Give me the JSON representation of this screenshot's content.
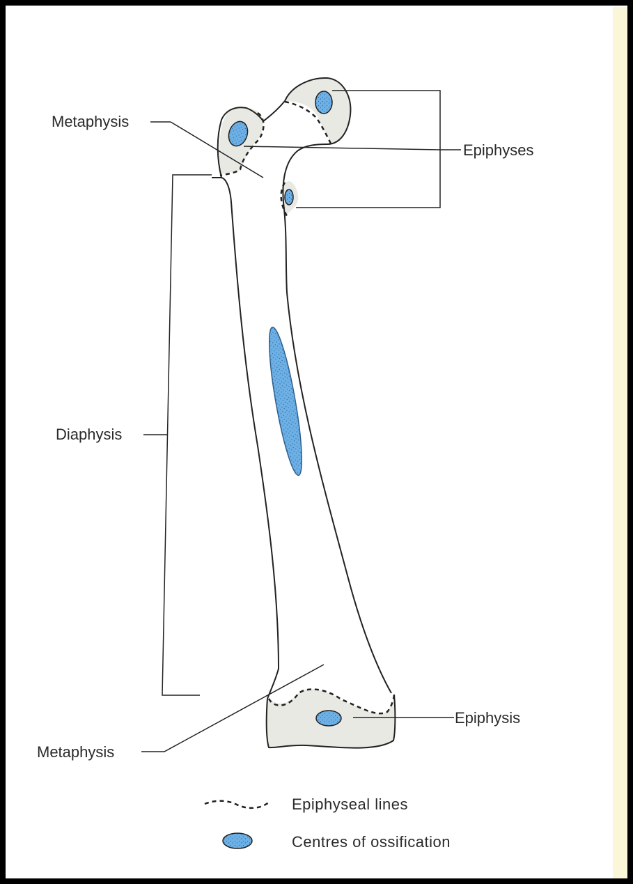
{
  "labels": {
    "metaphysis_top": "Metaphysis",
    "epiphyses": "Epiphyses",
    "diaphysis": "Diaphysis",
    "epiphysis": "Epiphysis",
    "metaphysis_bottom": "Metaphysis"
  },
  "legend": {
    "epiphyseal_lines": "Epiphyseal lines",
    "centres_of_ossification": "Centres of ossification"
  },
  "colors": {
    "ossification_fill": "#6cb0e6",
    "epiphysis_shade": "#e9e9e4",
    "outline": "#222222",
    "paper_edge": "#fbf6d8"
  }
}
